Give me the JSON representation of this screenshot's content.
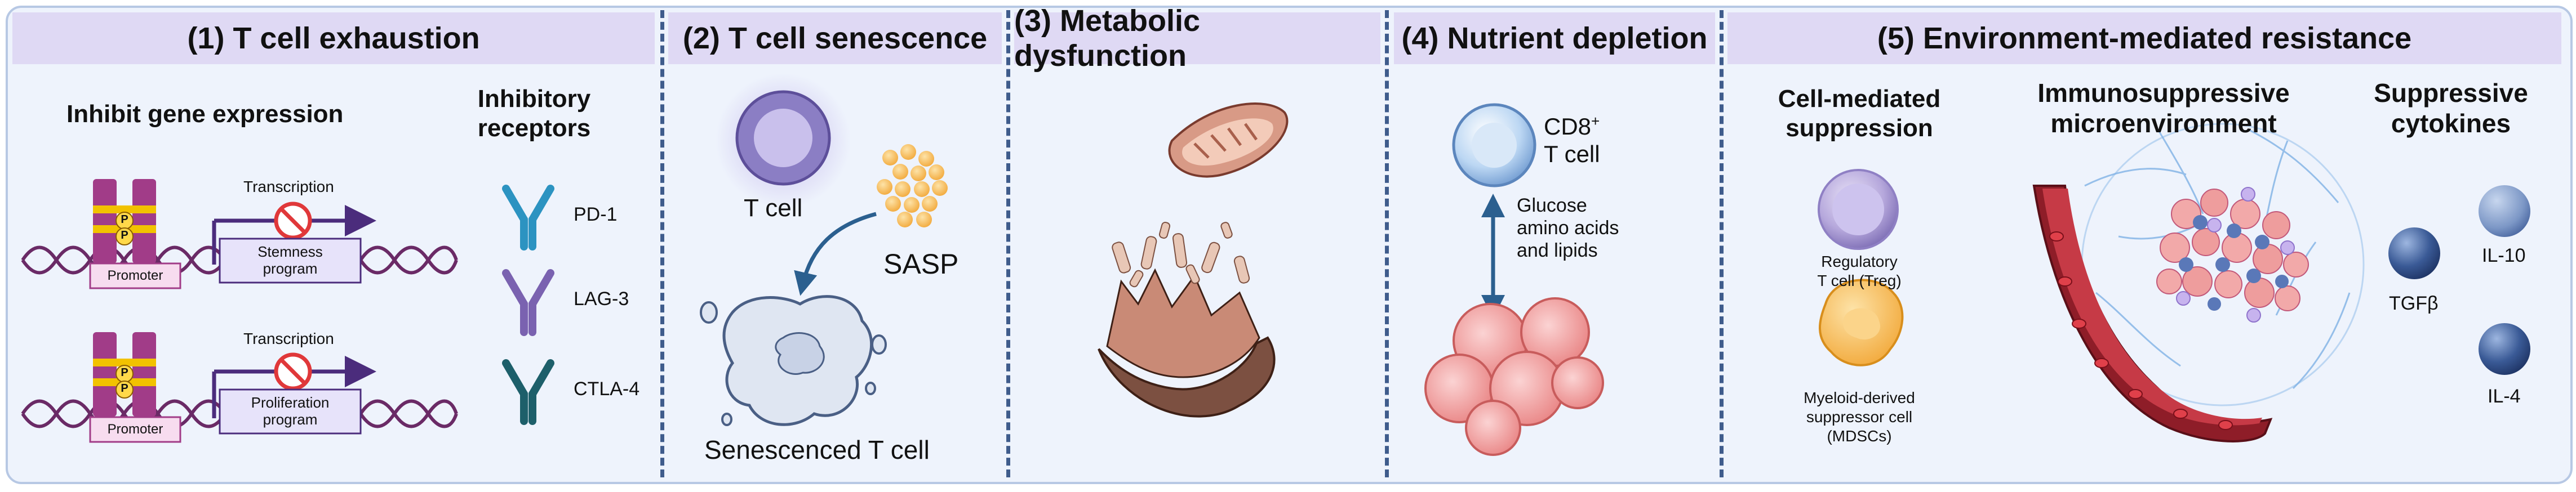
{
  "panels": {
    "p1": {
      "title": "(1) T cell exhaustion",
      "gene_heading": "Inhibit gene expression",
      "receptors_heading_1": "Inhibitory",
      "receptors_heading_2": "receptors",
      "row1": {
        "transcription": "Transcription",
        "promoter": "Promoter",
        "program_1": "Stemness",
        "program_2": "program"
      },
      "row2": {
        "transcription": "Transcription",
        "promoter": "Promoter",
        "program_1": "Proliferation",
        "program_2": "program"
      },
      "phospho": "P",
      "receptors": [
        "PD-1",
        "LAG-3",
        "CTLA-4"
      ]
    },
    "p2": {
      "title": "(2) T cell senescence",
      "tcell": "T cell",
      "sasp": "SASP",
      "senesced": "Senescenced T cell"
    },
    "p3": {
      "title": "(3) Metabolic dysfunction"
    },
    "p4": {
      "title": "(4) Nutrient depletion",
      "cd8": "CD8",
      "cd8_sup": "+",
      "tcell": "T cell",
      "nutrients": [
        "Glucose",
        "amino acids",
        "and lipids"
      ]
    },
    "p5": {
      "title": "(5) Environment-mediated  resistance",
      "cell_heading": [
        "Cell-mediated",
        "suppression"
      ],
      "treg": [
        "Regulatory",
        "T cell (Treg)"
      ],
      "mdsc": [
        "Myeloid-derived",
        "suppressor cell",
        "(MDSCs)"
      ],
      "tme_heading": [
        "Immunosuppressive",
        "microenvironment"
      ],
      "cyto_heading": [
        "Suppressive",
        "cytokines"
      ],
      "cytokines": [
        "IL-10",
        "TGFβ",
        "IL-4"
      ]
    }
  },
  "colors": {
    "frame_bg": "#eef3fc",
    "header_bg": "#dfd9f4",
    "divider": "#3f5c8c",
    "chromatin": "#a13c88",
    "dna": "#6a2a66",
    "transcription_arrow": "#4b2c7c",
    "block_red": "#e0383a",
    "pd1": "#2c93c1",
    "lag3": "#7a62b0",
    "ctla4": "#1d5f6a",
    "cytokine_ball": "#3a5a96",
    "tumor_pink": "#f2a9a9",
    "vessel_red": "#8e1d28"
  }
}
